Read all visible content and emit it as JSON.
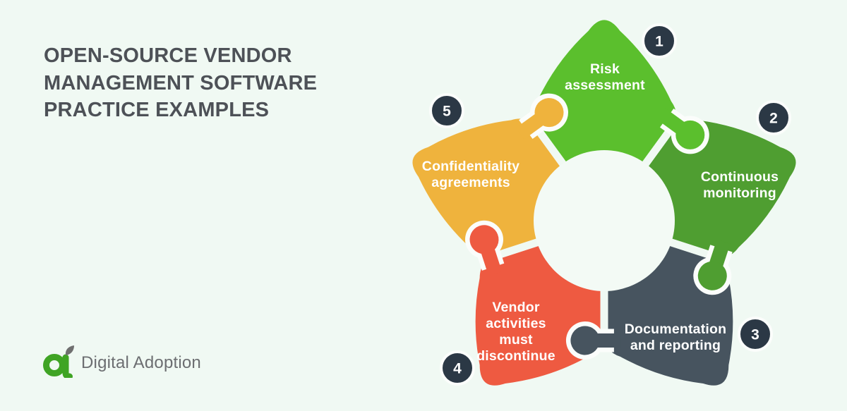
{
  "background_color": "#f0f9f3",
  "title": "OPEN-SOURCE VENDOR MANAGEMENT SOFTWARE PRACTICE EXAMPLES",
  "title_color": "#4d5157",
  "logo": {
    "text": "Digital Adoption",
    "mark_color": "#3fa424",
    "leaf_color": "#6f6f6f",
    "text_color": "#6c6e71"
  },
  "diagram": {
    "type": "puzzle-pentagon-cycle",
    "badge_color": "#2b3845",
    "badge_text_color": "#ffffff",
    "label_color": "#ffffff",
    "items": [
      {
        "number": "1",
        "label": "Risk assessment",
        "color": "#5bbf2d"
      },
      {
        "number": "2",
        "label": "Continuous monitoring",
        "color": "#4f9e31"
      },
      {
        "number": "3",
        "label": "Documentation and reporting",
        "color": "#47545f"
      },
      {
        "number": "4",
        "label": "Vendor activities must discontinue",
        "color": "#ee5a41"
      },
      {
        "number": "5",
        "label": "Confidentiality agreements",
        "color": "#efb33d"
      }
    ]
  }
}
